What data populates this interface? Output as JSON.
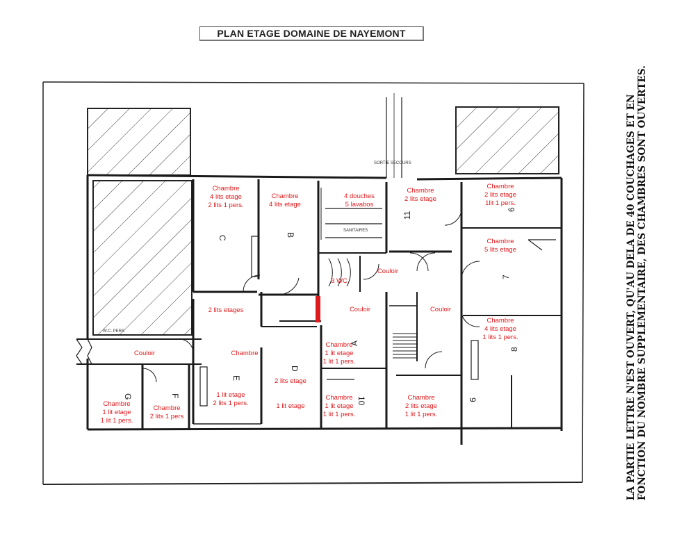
{
  "title": "PLAN ETAGE DOMAINE DE NAYEMONT",
  "note": {
    "line1": "LA PARTIE LETTRE N'EST OUVERT, QU'AU DELA DE 40 COUCHAGES ET EN",
    "line2": "FONCTION DU NOMBRE SUPPLEMENTAIRE, DES CHAMBRES SONT OUVERTES."
  },
  "signs": {
    "exit": "SORTIE SECOURS",
    "sanitaires": "SANITAIRES",
    "wc_pers": "W.C. PERS"
  },
  "rooms": {
    "C": {
      "letter": "C",
      "l1": "Chambre",
      "l2": "4 lits etage",
      "l3": "2 lits 1 pers."
    },
    "B": {
      "letter": "B",
      "l1": "Chambre",
      "l2": "4 lits etage"
    },
    "san": {
      "l1": "4 douches",
      "l2": "5 lavabos"
    },
    "r11": {
      "number": "11",
      "l1": "Chambre",
      "l2": "2 lits etage"
    },
    "r6": {
      "number": "6",
      "l1": "Chambre",
      "l2": "2 lits etage",
      "l3": "1lit 1 pers."
    },
    "r7": {
      "number": "7",
      "l1": "Chambre",
      "l2": "5 lits etage"
    },
    "wc": {
      "l1": "3 WC"
    },
    "cor1": {
      "l1": "Couloir"
    },
    "cor2": {
      "l1": "Couloir"
    },
    "cor3": {
      "l1": "Couloir"
    },
    "cor4": {
      "l1": "Couloir"
    },
    "CD_upper": {
      "l1": "2 lits etages"
    },
    "r8": {
      "number": "8",
      "l1": "Chambre",
      "l2": "4 lits etage",
      "l3": "1 lits 1 pers."
    },
    "A": {
      "letter": "A",
      "l1": "Chambre",
      "l2": "1 lit etage",
      "l3": "1 lit 1 pers."
    },
    "E": {
      "letter": "E",
      "l1": "Chambre",
      "l2": "1 lit etage",
      "l3": "2 lits 1 pers."
    },
    "D": {
      "letter": "D",
      "l1": "2 lits etage",
      "l2": "1 lit etage"
    },
    "r10": {
      "number": "10",
      "l1": "Chambre",
      "l2": "1 lit etage",
      "l3": "1 lit 1 pers."
    },
    "r9": {
      "number": "9",
      "l1": "Chambre",
      "l2": "2 lits etage",
      "l3": "1 lit 1 pers."
    },
    "G": {
      "letter": "G",
      "l1": "Chambre",
      "l2": "1 lit etage",
      "l3": "1 lit 1 pers."
    },
    "F": {
      "letter": "F",
      "l1": "Chambre",
      "l2": "2 lits 1 pers"
    }
  },
  "colors": {
    "label": "#e0191c",
    "wall": "#1a1a1a",
    "highlight": "#e0191c"
  }
}
